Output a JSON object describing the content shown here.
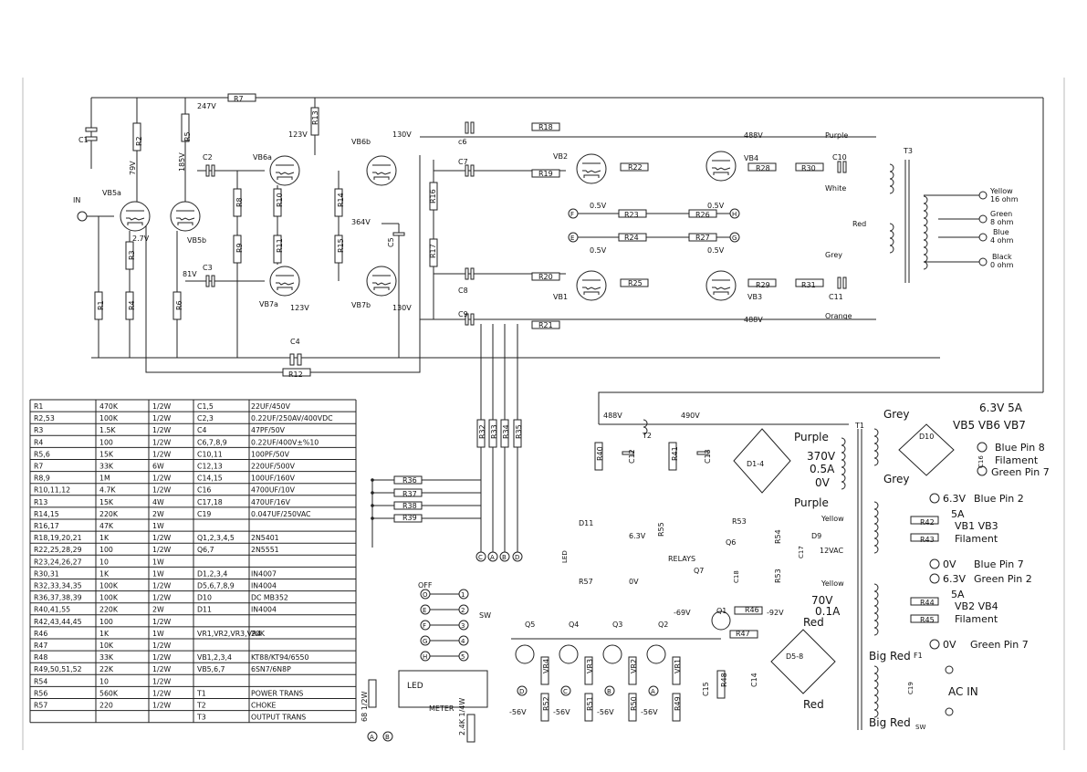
{
  "schematic": {
    "tubes": [
      "VB5a",
      "VB5b",
      "VB6a",
      "VB7a",
      "VB6b",
      "VB7b",
      "VB1",
      "VB2",
      "VB3",
      "VB4"
    ],
    "resistors_left": [
      "R1",
      "R2",
      "R3",
      "R4",
      "R5",
      "R6",
      "R7",
      "R8",
      "R9",
      "R10",
      "R11",
      "R12",
      "R13",
      "R14",
      "R15",
      "R16",
      "R17"
    ],
    "resistors_output": [
      "R18",
      "R19",
      "R20",
      "R21",
      "R22",
      "R23",
      "R24",
      "R25",
      "R26",
      "R27",
      "R28",
      "R29",
      "R30",
      "R31"
    ],
    "resistors_bias": [
      "R32",
      "R33",
      "R34",
      "R35",
      "R36",
      "R37",
      "R38",
      "R39"
    ],
    "resistors_supply": [
      "R40",
      "R41",
      "R42",
      "R43",
      "R44",
      "R45",
      "R46",
      "R47",
      "R48",
      "R49",
      "R50",
      "R51",
      "R52",
      "R53",
      "R54",
      "R55",
      "R56",
      "R57"
    ],
    "capacitors": [
      "C1",
      "C2",
      "C3",
      "C4",
      "C5",
      "c6",
      "C7",
      "C8",
      "C9",
      "C10",
      "C11",
      "C12",
      "C13",
      "C14",
      "C15",
      "C16",
      "C17",
      "C18",
      "C19"
    ],
    "transistors": [
      "Q1",
      "Q2",
      "Q3",
      "Q4",
      "Q5",
      "Q6",
      "Q7"
    ],
    "pots": [
      "VR1",
      "VR2",
      "VR3",
      "VR4"
    ],
    "diodes": [
      "D1-4",
      "D5-8",
      "D9",
      "D10",
      "D11"
    ],
    "transformers": [
      "T1",
      "T2",
      "T3"
    ],
    "node_letters": [
      "A",
      "B",
      "C",
      "D",
      "E",
      "F",
      "G",
      "H"
    ],
    "voltages": [
      "247V",
      "79V",
      "185V",
      "2.7V",
      "81V",
      "123V",
      "364V",
      "130V",
      "488V",
      "0.5V",
      "490V",
      "-69V",
      "-92V",
      "-56V",
      "12VAC",
      "6.3V",
      "0V"
    ],
    "labels": [
      "IN",
      "Purple",
      "White",
      "Red",
      "Grey",
      "Orange",
      "Yellow",
      "16 ohm",
      "Green",
      "8 ohm",
      "Blue",
      "4 ohm",
      "Black",
      "0 ohm",
      "RELAYS",
      "OFF",
      "SW",
      "LED",
      "METER",
      "68 1/2W",
      "2.4K 1/4W",
      "AC IN",
      "F1",
      "Big Red",
      "Filament",
      "Blue Pin 8",
      "Green Pin 7",
      "Blue Pin 2",
      "Blue Pin 7",
      "Green Pin 2",
      "6.3V 5A",
      "5A",
      "VB5 VB6 VB7",
      "VB1 VB3",
      "VB2 VB4",
      "370V",
      "0.5A",
      "70V",
      "0.1A",
      "LED"
    ]
  },
  "bom": [
    [
      "R1",
      "470K",
      "1/2W",
      "C1,5",
      "22UF/450V"
    ],
    [
      "R2,53",
      "100K",
      "1/2W",
      "C2,3",
      "0.22UF/250AV/400VDC"
    ],
    [
      "R3",
      "1.5K",
      "1/2W",
      "C4",
      "47PF/50V"
    ],
    [
      "R4",
      "100",
      "1/2W",
      "C6,7,8,9",
      "0.22UF/400V±%10"
    ],
    [
      "R5,6",
      "15K",
      "1/2W",
      "C10,11",
      "100PF/50V"
    ],
    [
      "R7",
      "33K",
      "6W",
      "C12,13",
      "220UF/500V"
    ],
    [
      "R8,9",
      "1M",
      "1/2W",
      "C14,15",
      "100UF/160V"
    ],
    [
      "R10,11,12",
      "4.7K",
      "1/2W",
      "C16",
      "4700UF/10V"
    ],
    [
      "R13",
      "15K",
      "4W",
      "C17,18",
      "470UF/16V"
    ],
    [
      "R14,15",
      "220K",
      "2W",
      "C19",
      "0.047UF/250VAC"
    ],
    [
      "R16,17",
      "47K",
      "1W",
      "",
      ""
    ],
    [
      "R18,19,20,21",
      "1K",
      "1/2W",
      "Q1,2,3,4,5",
      "2N5401"
    ],
    [
      "R22,25,28,29",
      "100",
      "1/2W",
      "Q6,7",
      "2N5551"
    ],
    [
      "R23,24,26,27",
      "10",
      "1W",
      "",
      ""
    ],
    [
      "R30,31",
      "1K",
      "1W",
      "D1,2,3,4",
      "IN4007"
    ],
    [
      "R32,33,34,35",
      "100K",
      "1/2W",
      "D5,6,7,8,9",
      "IN4004"
    ],
    [
      "R36,37,38,39",
      "100K",
      "1/2W",
      "D10",
      "DC MB352"
    ],
    [
      "R40,41,55",
      "220K",
      "2W",
      "D11",
      "IN4004"
    ],
    [
      "R42,43,44,45",
      "100",
      "1/2W",
      "",
      ""
    ],
    [
      "R46",
      "1K",
      "1W",
      "VR1,VR2,VR3,VR4",
      "20K"
    ],
    [
      "R47",
      "10K",
      "1/2W",
      "",
      ""
    ],
    [
      "R48",
      "33K",
      "1/2W",
      "VB1,2,3,4",
      "KT88/KT94/6550"
    ],
    [
      "R49,50,51,52",
      "22K",
      "1/2W",
      "VB5,6,7",
      "6SN7/6N8P"
    ],
    [
      "R54",
      "10",
      "1/2W",
      "",
      ""
    ],
    [
      "R56",
      "560K",
      "1/2W",
      "T1",
      "POWER TRANS"
    ],
    [
      "R57",
      "220",
      "1/2W",
      "T2",
      "CHOKE"
    ],
    [
      "",
      "",
      "",
      "T3",
      "OUTPUT TRANS"
    ]
  ]
}
